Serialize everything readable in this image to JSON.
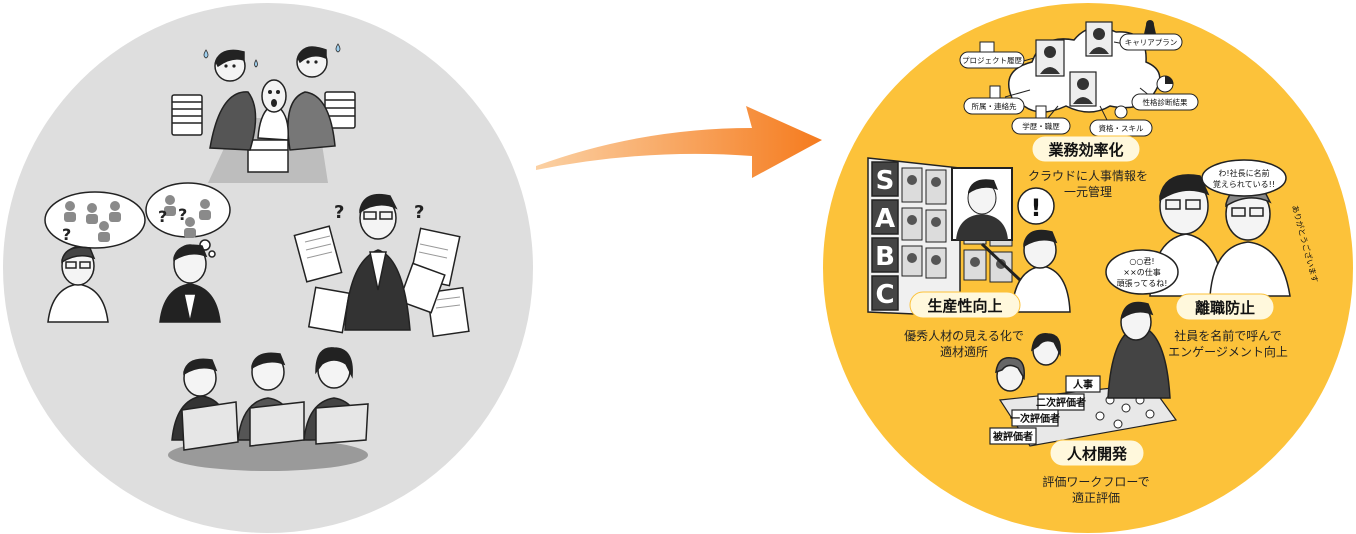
{
  "before": {},
  "after": {
    "cloud_items": [
      {
        "label": "プロジェクト履歴"
      },
      {
        "label": "キャリアプラン"
      },
      {
        "label": "所属・連絡先"
      },
      {
        "label": "性格診断結果"
      },
      {
        "label": "学歴・職歴"
      },
      {
        "label": "資格・スキル"
      }
    ],
    "sections": [
      {
        "title": "業務効率化",
        "caption_lines": [
          "クラウドに人事情報を",
          "一元管理"
        ]
      },
      {
        "title": "生産性向上",
        "caption_lines": [
          "優秀人材の見える化で",
          "適材適所"
        ]
      },
      {
        "title": "離職防止",
        "caption_lines": [
          "社員を名前で呼んで",
          "エンゲージメント向上"
        ]
      },
      {
        "title": "人材開発",
        "caption_lines": [
          "評価ワークフローで",
          "適正評価"
        ]
      }
    ],
    "grade_letters": [
      "S",
      "A",
      "B",
      "C"
    ],
    "speech": {
      "boss_lines": [
        "○○君!",
        "××の仕事",
        "頑張ってるね!"
      ],
      "staff_lines": [
        "わ!社長に名前",
        "覚えられている!!"
      ],
      "thanks": "ありがとうございます"
    },
    "workflow_labels": [
      "人事",
      "二次評価者",
      "一次評価者",
      "被評価者"
    ],
    "colors": {
      "before_circle": "#dedede",
      "after_circle": "#fcc23a",
      "arrow": "#f57b1e"
    }
  }
}
